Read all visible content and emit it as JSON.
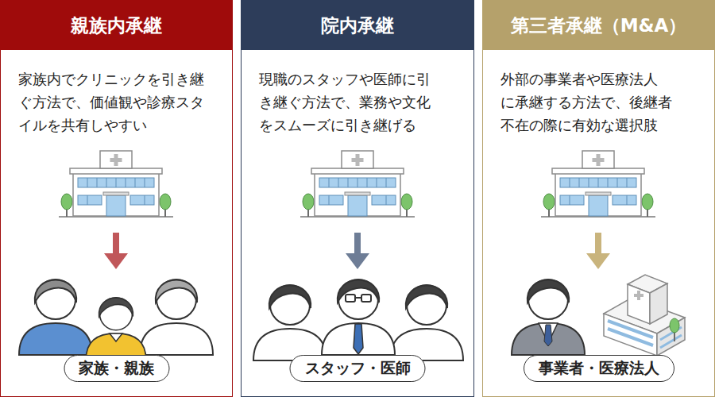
{
  "diagram": {
    "nodes": [
      {
        "text": [
          "親族内承継",
          "家族内でクリニックを引き継 ぐ方法で、価値観や診療スタ イルを共有しやすい"
        ]
      },
      {
        "text": [
          "家族・親族"
        ],
        "in": 0
      },
      {
        "text": [
          "院内承継",
          "現職のスタッフや医師に引 き継ぐ方法で、業務や文化 をスムーズに引き継げる"
        ]
      },
      {
        "text": [
          "スタッフ・医師"
        ],
        "in": 2
      },
      {
        "text": [
          "第三者承継（M&A）",
          "外部の事業者や医療法人 に承継する方法で、後継者 不在の際に有効な選択肢"
        ]
      },
      {
        "text": [
          "事業者・医療法人"
        ],
        "in": 4
      }
    ]
  }
}
